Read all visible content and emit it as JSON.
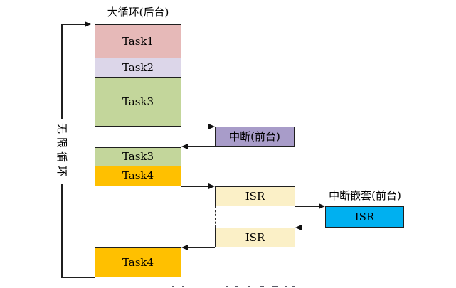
{
  "diagram": {
    "title_background_loop": "大循环(后台)",
    "infinite_loop_label": "无限循环",
    "nested_interrupt_title": "中断嵌套(前台)",
    "boxes": {
      "task1": "Task1",
      "task2": "Task2",
      "task3_first": "Task3",
      "task3_second": "Task3",
      "task4_first": "Task4",
      "task4_second": "Task4",
      "interrupt": "中断(前台)",
      "isr_first": "ISR",
      "isr_second": "ISR",
      "isr_nested": "ISR"
    },
    "colors": {
      "task1": "#E6B9B8",
      "task2": "#DCD6E9",
      "task3": "#C3D69B",
      "task4": "#FFC000",
      "interrupt": "#A89CC9",
      "isr": "#FBF0C7",
      "isr_nested": "#00B0F0",
      "line": "#1F1F1F"
    }
  }
}
